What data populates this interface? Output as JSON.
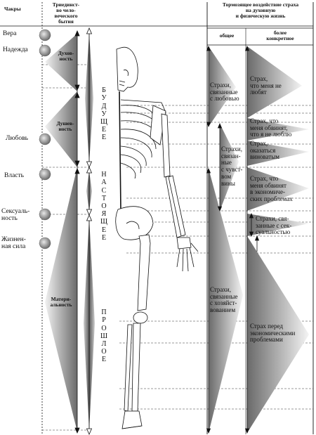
{
  "header": {
    "chakras": "Чакры",
    "trinity": "Триединст-\nво чело-\nвеческого\nбытия",
    "inhibiting": "Тормозящее воздействие страха\nна духовную\nи физическую жизнь",
    "general": "общее",
    "specific": "более\nконкретное"
  },
  "chakras": [
    {
      "label": "Вера"
    },
    {
      "label": "Надежда"
    },
    {
      "label": "Любовь"
    },
    {
      "label": "Власть"
    },
    {
      "label": "Сексуаль-\nность"
    },
    {
      "label": "Жизнен-\nная сила"
    }
  ],
  "trinity": {
    "spirituality": "Духов-\nность",
    "soulfulness": "Душев-\nность",
    "materiality": "Матери-\nальность"
  },
  "time": {
    "future": [
      "Б",
      "У",
      "Д",
      "У",
      "Щ",
      "Е",
      "Е"
    ],
    "present": [
      "Н",
      "А",
      "С",
      "Т",
      "О",
      "Я",
      "Щ",
      "Е",
      "Е"
    ],
    "past": [
      "П",
      "Р",
      "О",
      "Ш",
      "Л",
      "О",
      "Е"
    ]
  },
  "fears_general": [
    {
      "text": "Страхи,\nсвязанные\nс любовью"
    },
    {
      "text": "Страхи,\nсвязан-\nные\nс чувст-\nвом\nвины"
    },
    {
      "text": "Страхи,\nсвязанные\nс хозяйст-\nвованием"
    }
  ],
  "fears_specific": [
    {
      "text": "Страх,\nчто меня не\nлюбят"
    },
    {
      "text": "Страх, что\nменя обвинят,\nчто я не люблю"
    },
    {
      "text": "Страх,\nоказаться\nвиноватым"
    },
    {
      "text": "Страх, что\nменя обвинят\nв экономиче-\nских проблемах"
    },
    {
      "text": "Страхи, свя-\nзанные с сек-\nсуальностью"
    },
    {
      "text": "Страх перед\nэкономическими\nпроблемами"
    }
  ],
  "colors": {
    "ink": "#111111",
    "gradient_dark": "#6a6a6a",
    "gradient_light": "#f4f4f4"
  }
}
